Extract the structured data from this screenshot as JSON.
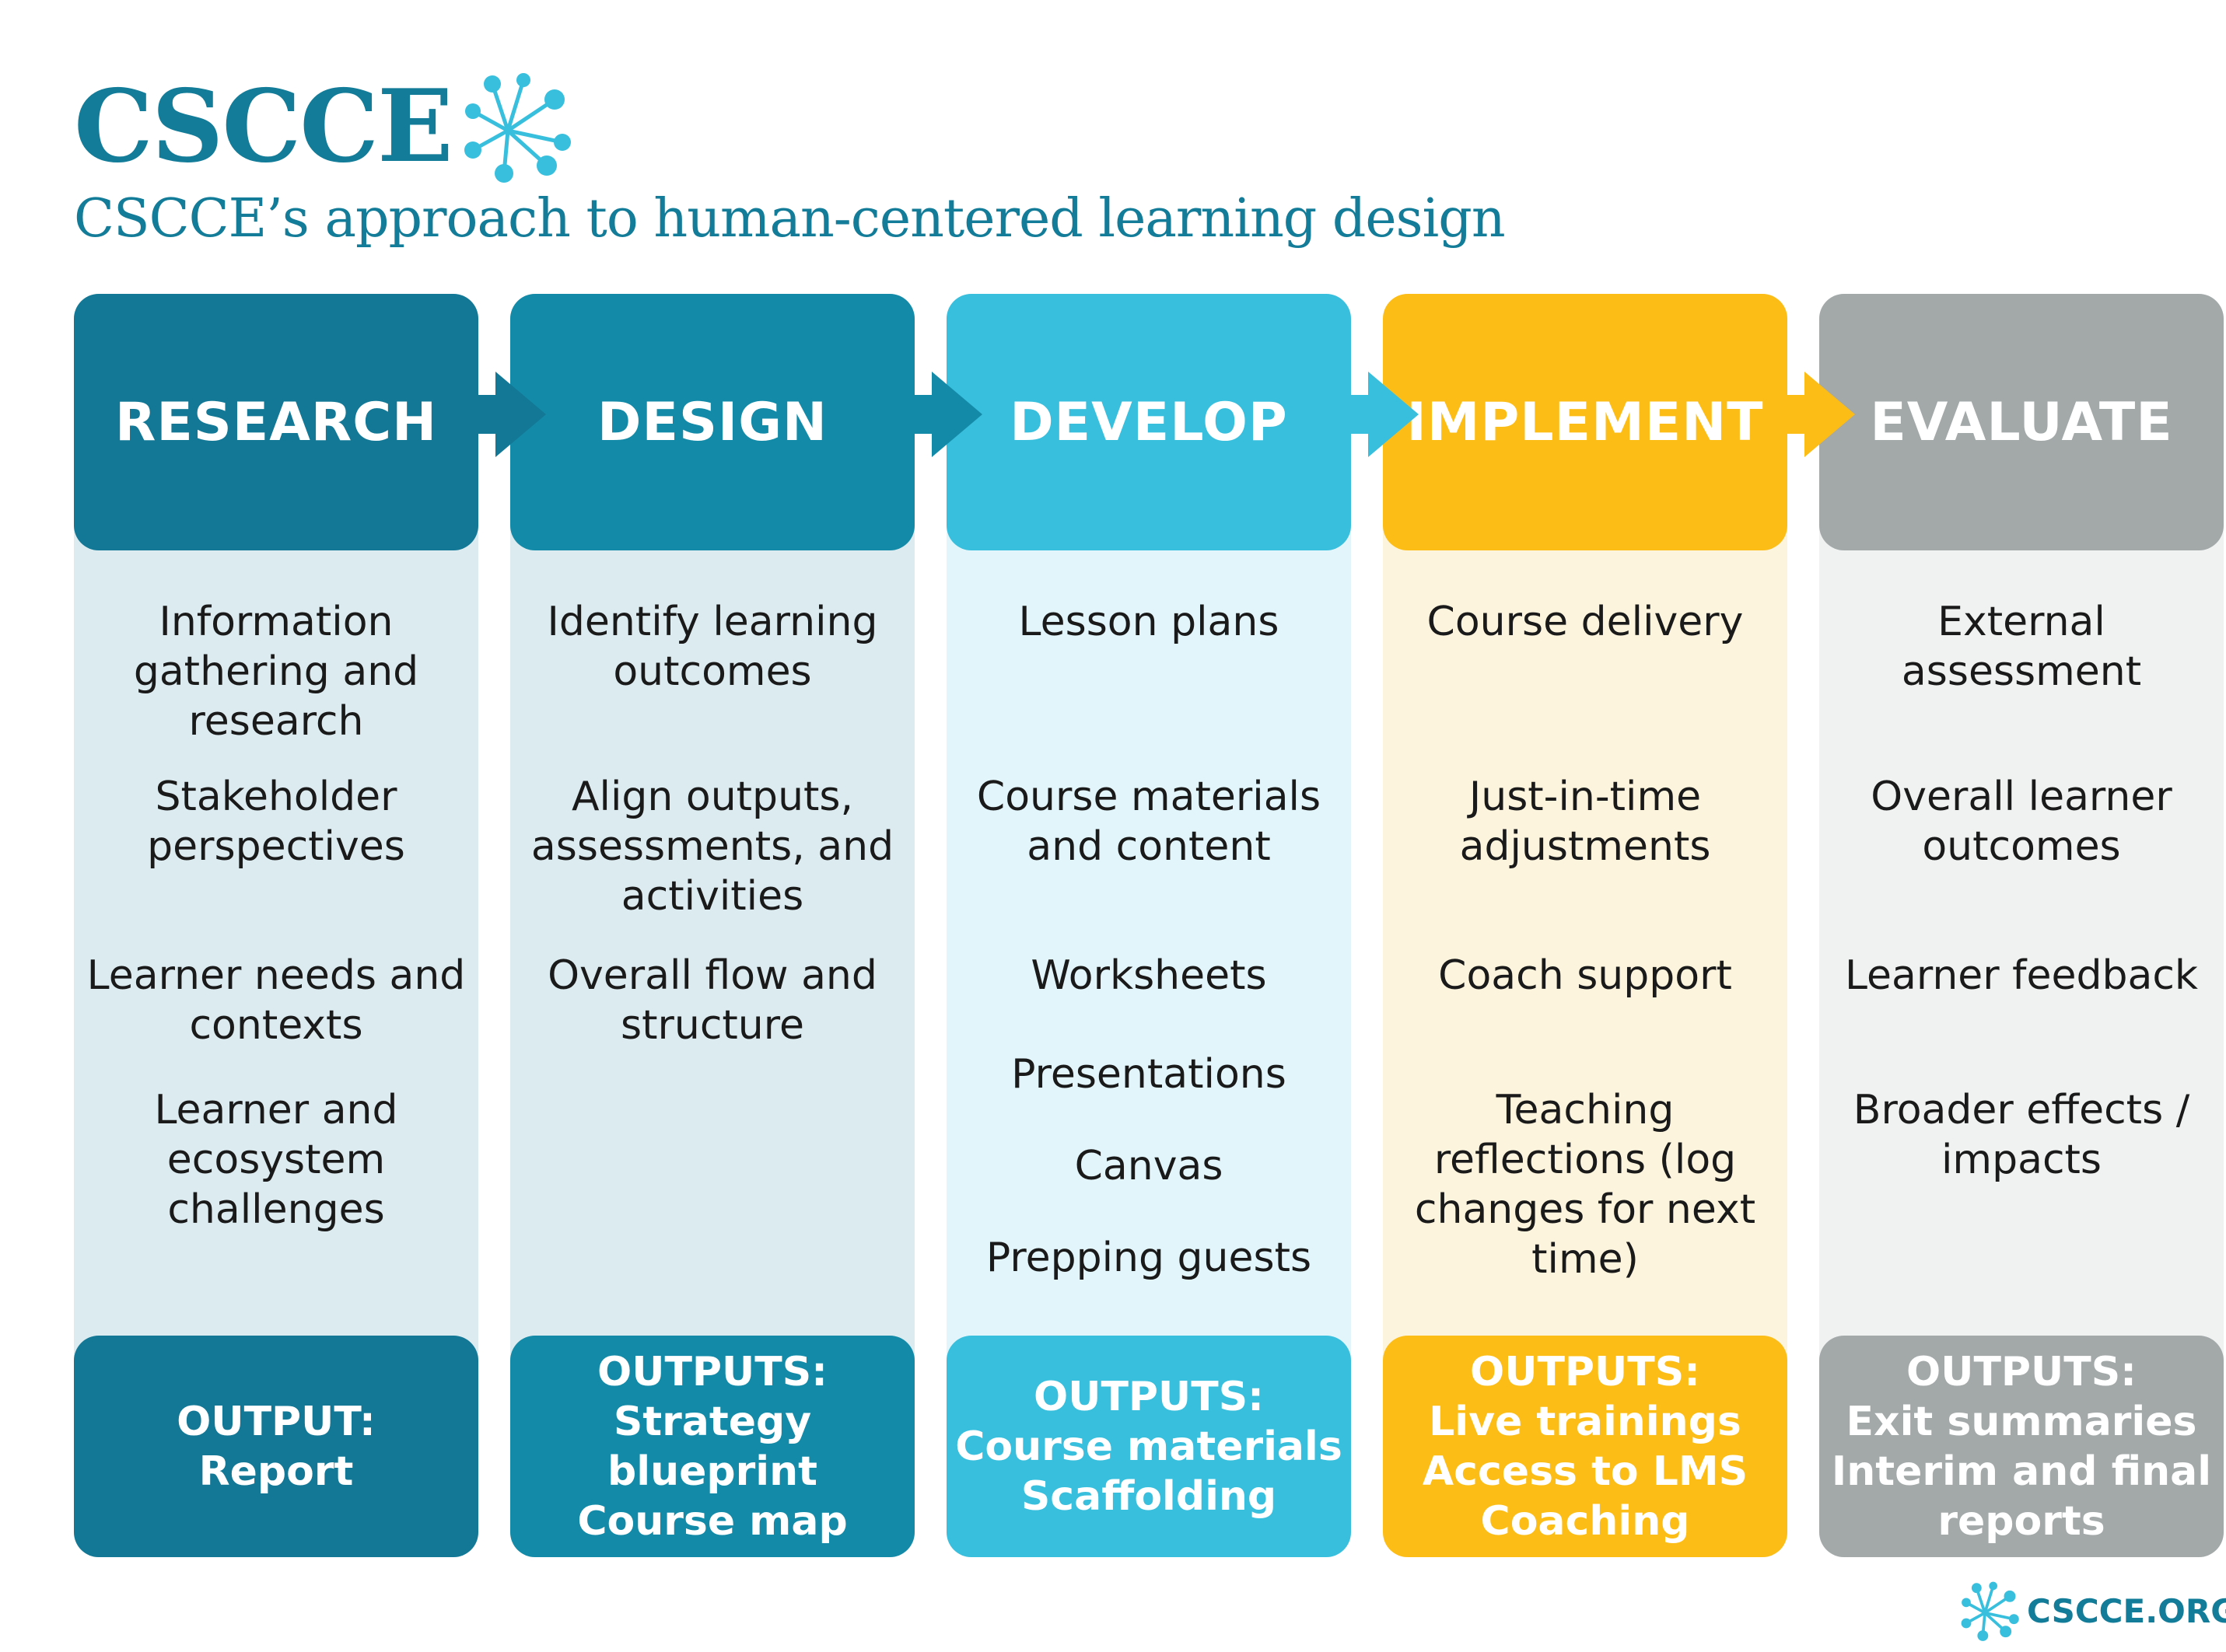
{
  "brand": {
    "logo_text": "CSCCE",
    "logo_icon": "network-flower-icon",
    "website": "CSCCE.ORG"
  },
  "title": "CSCCE’s approach to human-centered learning design",
  "colors": {
    "research": "#127896",
    "design": "#138ba8",
    "develop": "#38bfdd",
    "implement": "#fdbd17",
    "evaluate": "#a3a8a9",
    "research_bg": "#dcebf0",
    "design_bg": "#dcebf0",
    "develop_bg": "#e2f5fa",
    "implement_bg": "#fdf4dd",
    "evaluate_bg": "#f0f2f2"
  },
  "columns": [
    {
      "header": "RESEARCH",
      "items": [
        "Information gathering and research",
        "Stakeholder perspectives",
        "Learner needs and contexts",
        "Learner and ecosystem challenges"
      ],
      "output_label": "OUTPUT:",
      "outputs": [
        "Report"
      ]
    },
    {
      "header": "DESIGN",
      "items": [
        "Identify learning outcomes",
        "Align outputs, assessments, and activities",
        "Overall flow and structure"
      ],
      "output_label": "OUTPUTS:",
      "outputs": [
        "Strategy blueprint",
        "Course map"
      ]
    },
    {
      "header": "DEVELOP",
      "items": [
        "Lesson plans",
        "Course materials and content",
        "Worksheets",
        "Presentations",
        "Canvas",
        "Prepping guests"
      ],
      "output_label": "OUTPUTS:",
      "outputs": [
        "Course materials",
        "Scaffolding"
      ]
    },
    {
      "header": "IMPLEMENT",
      "items": [
        "Course delivery",
        "Just-in-time adjustments",
        "Coach support",
        "Teaching reflections (log changes for next time)"
      ],
      "output_label": "OUTPUTS:",
      "outputs": [
        "Live trainings",
        "Access to LMS",
        "Coaching"
      ]
    },
    {
      "header": "EVALUATE",
      "items": [
        "External assessment",
        "Overall learner outcomes",
        "Learner feedback",
        "Broader effects / impacts"
      ],
      "output_label": "OUTPUTS:",
      "outputs": [
        "Exit summaries",
        "Interim and final reports"
      ]
    }
  ]
}
